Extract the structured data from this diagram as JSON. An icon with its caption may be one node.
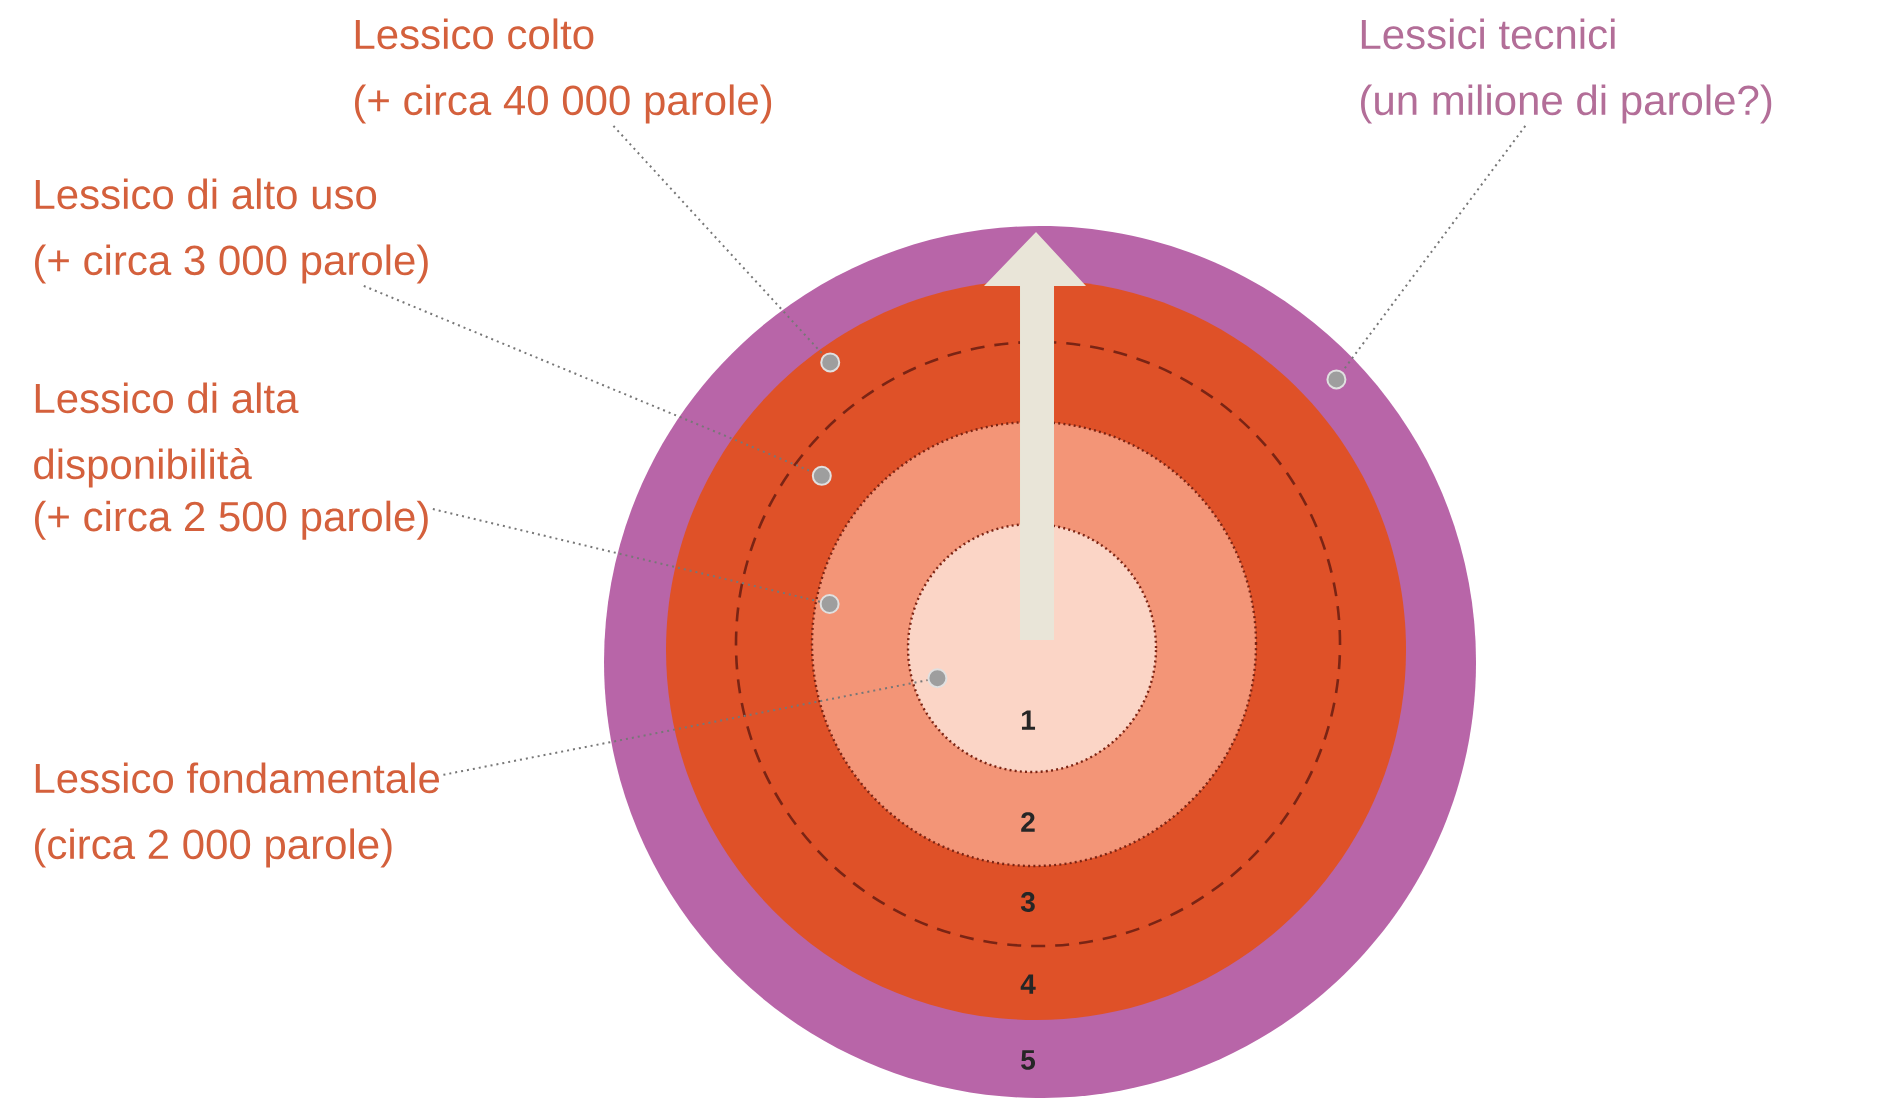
{
  "diagram": {
    "nodes": [
      {
        "text": [
          "Lessico colto",
          "(+ circa 40 000 parole)"
        ]
      },
      {
        "text": [
          "Lessici tecnici",
          "(un milione di parole?)"
        ]
      },
      {
        "text": [
          "Lessico di alto uso",
          "(+ circa 3 000 parole)"
        ]
      },
      {
        "text": [
          "Lessico di alta disponibilità",
          "(+ circa 2 500 parole)"
        ]
      },
      {
        "text": [
          "Lessico fondamentale",
          "(circa 2 000 parole)"
        ]
      },
      {
        "text": [
          "5"
        ]
      },
      {
        "text": [
          "4"
        ],
        "in": 5
      },
      {
        "text": [
          "3"
        ],
        "in": 6
      },
      {
        "text": [
          "2"
        ],
        "in": 7
      },
      {
        "text": [
          "1"
        ],
        "in": 8
      },
      {
        "text": [],
        "shape": "circle",
        "in": 5
      },
      {
        "text": [],
        "shape": "circle",
        "in": 6
      },
      {
        "text": [],
        "shape": "circle",
        "in": 7
      },
      {
        "text": [],
        "shape": "circle",
        "in": 8
      },
      {
        "text": [],
        "shape": "circle",
        "in": 9
      }
    ],
    "edges": [
      {
        "from": 0,
        "to": 11,
        "arrow": "none"
      },
      {
        "from": 1,
        "to": 10,
        "arrow": "none"
      },
      {
        "from": 2,
        "to": 12,
        "arrow": "none"
      },
      {
        "from": 3,
        "to": 13,
        "arrow": "none"
      },
      {
        "from": 4,
        "to": 14,
        "arrow": "none"
      }
    ]
  }
}
